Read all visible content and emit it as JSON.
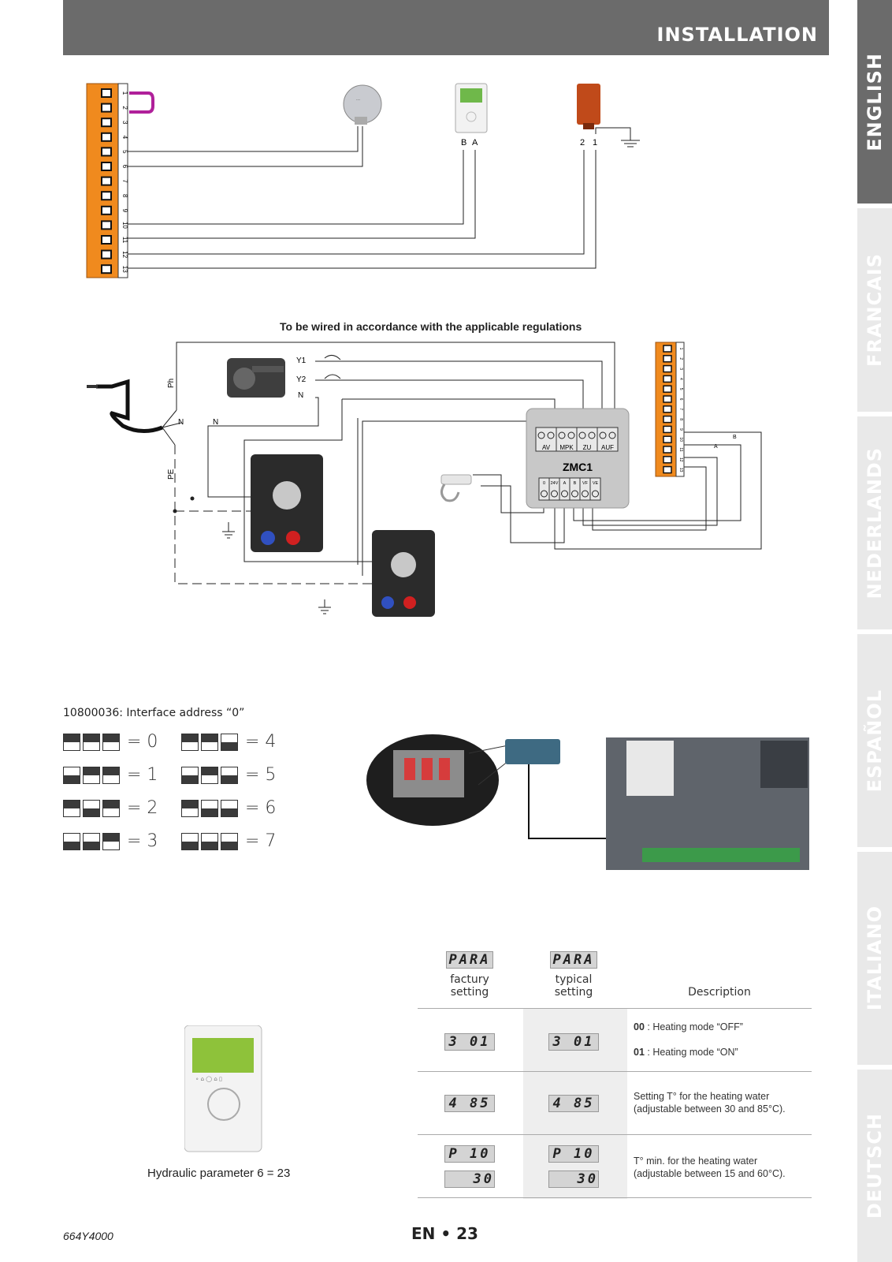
{
  "header": {
    "title": "INSTALLATION"
  },
  "side_tabs": [
    {
      "label": "ENGLISH",
      "active": true
    },
    {
      "label": "FRANCAIS",
      "active": false
    },
    {
      "label": "NEDERLANDS",
      "active": false
    },
    {
      "label": "ESPAÑOL",
      "active": false
    },
    {
      "label": "ITALIANO",
      "active": false
    },
    {
      "label": "DEUTSCH",
      "active": false
    }
  ],
  "diagram1": {
    "terminal_numbers": [
      "1",
      "2",
      "3",
      "4",
      "5",
      "6",
      "7",
      "8",
      "9",
      "10",
      "11",
      "12",
      "13"
    ],
    "label_B": "B",
    "label_A": "A",
    "label_2": "2",
    "label_1": "1"
  },
  "diagram2": {
    "note": "To be wired in accordance with the applicable regulations",
    "label_y1": "Y1",
    "label_y2": "Y2",
    "label_n_valve": "N",
    "label_ph": "Ph",
    "label_n1": "N",
    "label_n2": "N",
    "label_pe": "PE",
    "zmc1": "ZMC1",
    "zmc_top_terminals": [
      "AV",
      "MPK",
      "ZU",
      "AUF"
    ],
    "zmc_bottom_terminals": [
      "0",
      "24V",
      "A",
      "B",
      "VF",
      "VE"
    ],
    "label_B": "B",
    "label_A": "A"
  },
  "address": {
    "title": "10800036: Interface address “0”",
    "codes": [
      {
        "value": "= 0"
      },
      {
        "value": "= 1"
      },
      {
        "value": "= 2"
      },
      {
        "value": "= 3"
      },
      {
        "value": "= 4"
      },
      {
        "value": "= 5"
      },
      {
        "value": "= 6"
      },
      {
        "value": "= 7"
      }
    ]
  },
  "controller_caption": "Hydraulic parameter 6 = 23",
  "param_table": {
    "header_lcd": "PARA",
    "col_factory": "factury\nsetting",
    "col_typical": "typical\nsetting",
    "col_description": "Description",
    "rows": [
      {
        "factory": "3 01",
        "typical": "3 01",
        "desc_code1": "00",
        "desc_text1": " : Heating mode “OFF”",
        "desc_code2": "01",
        "desc_text2": " : Heating mode “ON”"
      },
      {
        "factory": "4 85",
        "typical": "4 85",
        "desc": "Setting T° for the heating water\n(adjustable between 30 and 85°C)."
      },
      {
        "factory": "P 10",
        "factory2": "30",
        "typical": "P 10",
        "typical2": "30",
        "desc": "T° min. for the heating water\n(adjustable between 15 and 60°C)."
      }
    ]
  },
  "footer": {
    "code": "664Y4000",
    "page": "EN • 23"
  }
}
